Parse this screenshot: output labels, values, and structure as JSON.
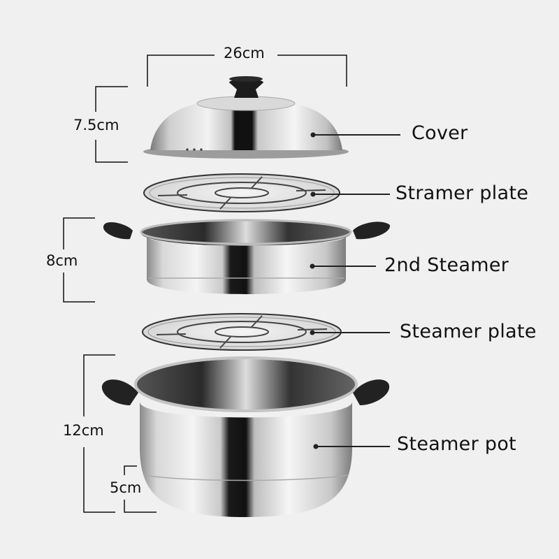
{
  "diagram": {
    "type": "exploded product view",
    "subject": "3-tier stainless steel steamer pot set",
    "background_color": "#f0f0f0",
    "line_color": "#111111",
    "dimensions": {
      "width": "26cm",
      "cover_height": "7.5cm",
      "steamer_height": "8cm",
      "pot_height": "12cm",
      "pot_base_height": "5cm"
    },
    "parts": [
      {
        "id": "cover",
        "label": "Cover"
      },
      {
        "id": "stramer_plate",
        "label": "Stramer plate"
      },
      {
        "id": "second_steamer",
        "label": "2nd Steamer"
      },
      {
        "id": "steamer_plate",
        "label": "Steamer plate"
      },
      {
        "id": "steamer_pot",
        "label": "Steamer pot"
      }
    ]
  }
}
